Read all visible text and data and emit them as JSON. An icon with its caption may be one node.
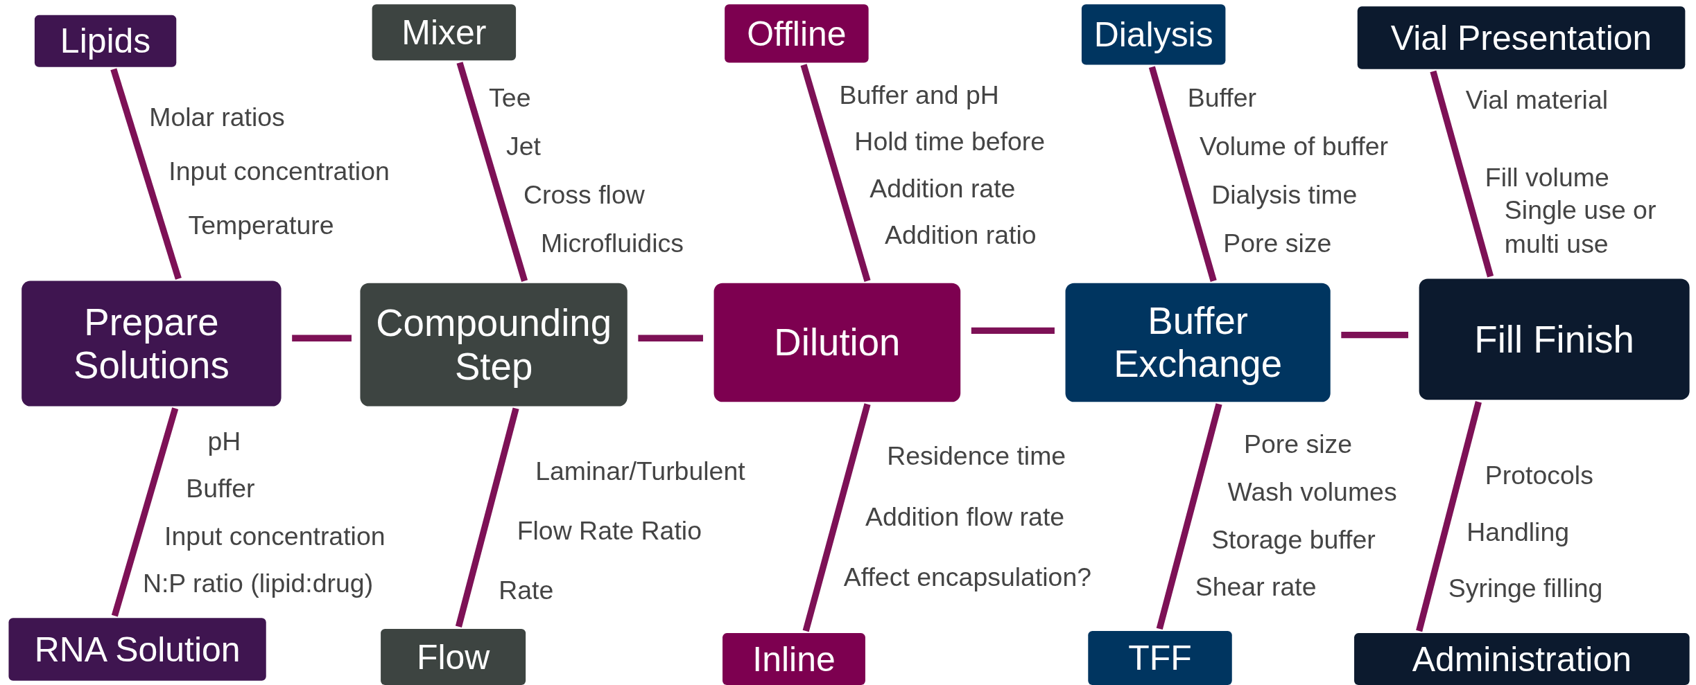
{
  "diagram": {
    "nodes": [
      {
        "text": [
          "Lipids"
        ],
        "beside": [
          "Molar ratios",
          "Input concentration",
          "Temperature"
        ]
      },
      {
        "text": [
          "Mixer"
        ],
        "beside": [
          "Tee",
          "Jet",
          "Cross flow",
          "Microfluidics"
        ]
      },
      {
        "text": [
          "Offline"
        ],
        "beside": [
          "Buffer and pH",
          "Hold time before",
          "Addition rate",
          "Addition ratio"
        ]
      },
      {
        "text": [
          "Dialysis"
        ],
        "beside": [
          "Buffer",
          "Volume of buffer",
          "Dialysis time",
          "Pore size"
        ]
      },
      {
        "text": [
          "Vial Presentation"
        ],
        "beside": [
          "Vial material",
          "Fill volume"
        ]
      },
      {
        "text": [
          "Prepare Solutions"
        ]
      },
      {
        "text": [
          "Compounding Step"
        ]
      },
      {
        "text": [
          "Dilution"
        ]
      },
      {
        "text": [
          "Buffer Exchange"
        ]
      },
      {
        "text": [
          "Fill Finish"
        ]
      },
      {
        "text": [
          "RNA Solution"
        ],
        "beside": [
          "pH",
          "Buffer",
          "Input concentration",
          "N:P ratio (lipid:drug)"
        ]
      },
      {
        "text": [
          "Flow"
        ],
        "beside": [
          "Laminar/Turbulent",
          "Flow Rate Ratio",
          "Rate"
        ]
      },
      {
        "text": [
          "Inline"
        ],
        "beside": [
          "Residence time",
          "Addition flow rate",
          "Affect encapsulation?"
        ]
      },
      {
        "text": [
          "TFF"
        ],
        "beside": [
          "Pore size",
          "Wash volumes",
          "Storage buffer",
          "Shear rate"
        ]
      },
      {
        "text": [
          "Administration"
        ],
        "beside": [
          "Protocols",
          "Handling",
          "Syringe filling"
        ]
      }
    ],
    "edges": [
      {
        "from": 5,
        "to": 6,
        "arrow": "none"
      },
      {
        "from": 6,
        "to": 7,
        "arrow": "none"
      },
      {
        "from": 7,
        "to": 8,
        "arrow": "none"
      },
      {
        "from": 8,
        "to": 9,
        "arrow": "none"
      },
      {
        "from": 0,
        "to": 5,
        "arrow": "none"
      },
      {
        "from": 1,
        "to": 6,
        "arrow": "none"
      },
      {
        "from": 2,
        "to": 7,
        "arrow": "none"
      },
      {
        "from": 3,
        "to": 8,
        "arrow": "none"
      },
      {
        "from": 4,
        "to": 9,
        "arrow": "none"
      },
      {
        "from": 10,
        "to": 5,
        "arrow": "none"
      },
      {
        "from": 11,
        "to": 6,
        "arrow": "none"
      },
      {
        "from": 12,
        "to": 7,
        "arrow": "none"
      },
      {
        "from": 13,
        "to": 8,
        "arrow": "none"
      },
      {
        "from": 14,
        "to": 9,
        "arrow": "none"
      }
    ],
    "labels": [
      "Single use or multi use"
    ]
  }
}
